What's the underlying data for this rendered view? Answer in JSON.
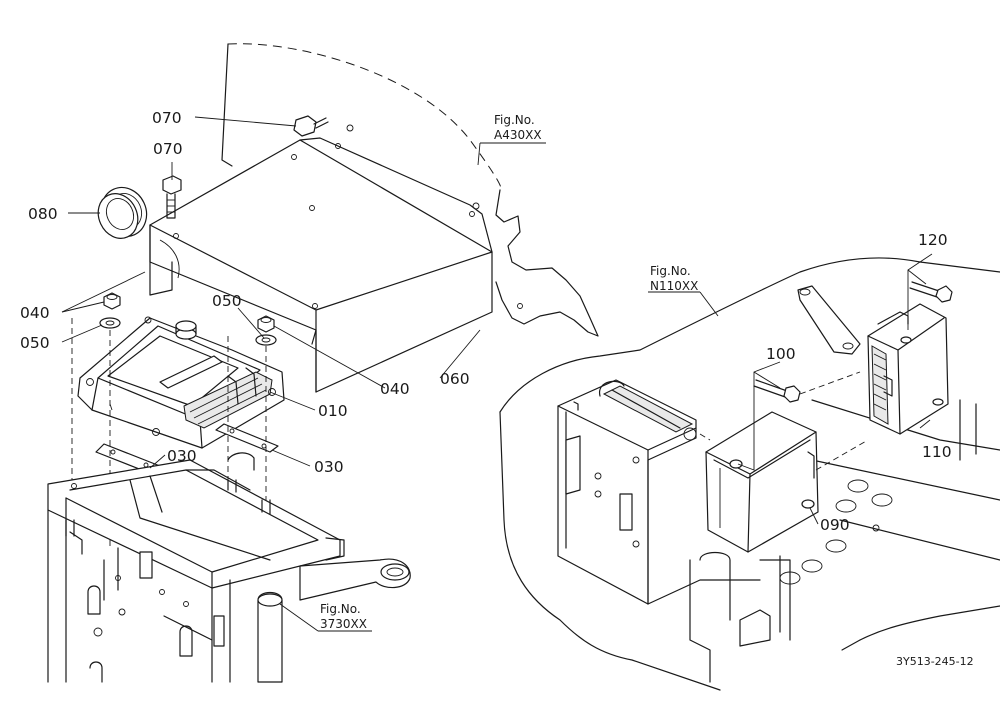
{
  "part_labels": {
    "p070a": "070",
    "p070b": "070",
    "p080": "080",
    "p040a": "040",
    "p050a": "050",
    "p050b": "050",
    "p040b": "040",
    "p060": "060",
    "p010": "010",
    "p030a": "030",
    "p030b": "030",
    "p100": "100",
    "p120": "120",
    "p110": "110",
    "p090": "090"
  },
  "figure_refs": {
    "a430": {
      "line1": "Fig.No.",
      "line2": "A430XX"
    },
    "n110": {
      "line1": "Fig.No.",
      "line2": "N110XX"
    },
    "f3730": {
      "line1": "Fig.No.",
      "line2": "3730XX"
    }
  },
  "drawing_code": "3Y513-245-12"
}
